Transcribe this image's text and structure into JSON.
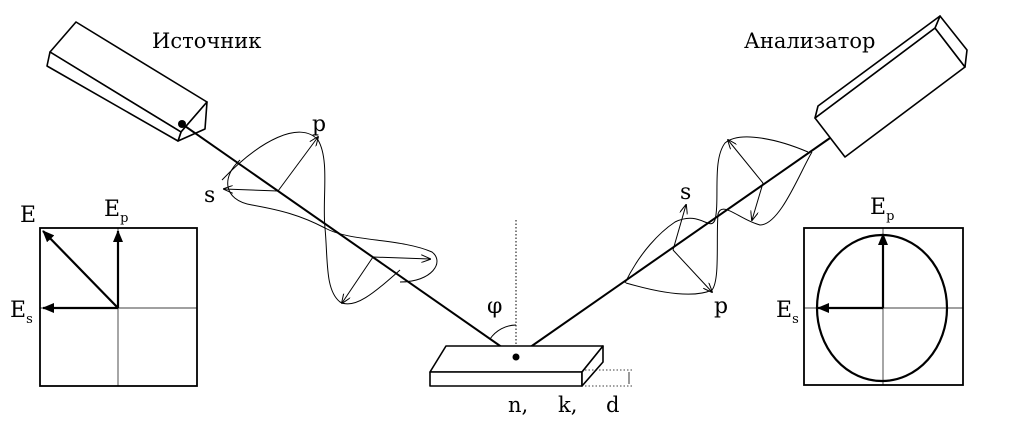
{
  "labels": {
    "source": "Источник",
    "analyzer": "Анализатор",
    "phi": "φ",
    "left_p": "p",
    "left_s": "s",
    "right_s": "s",
    "right_p": "p",
    "E": "E",
    "E_main": "E",
    "E_sub_p": "p",
    "E_sub_s": "s",
    "n": "n,",
    "k": "k,",
    "d": "d"
  },
  "colors": {
    "stroke": "#000000",
    "fill": "#ffffff"
  }
}
